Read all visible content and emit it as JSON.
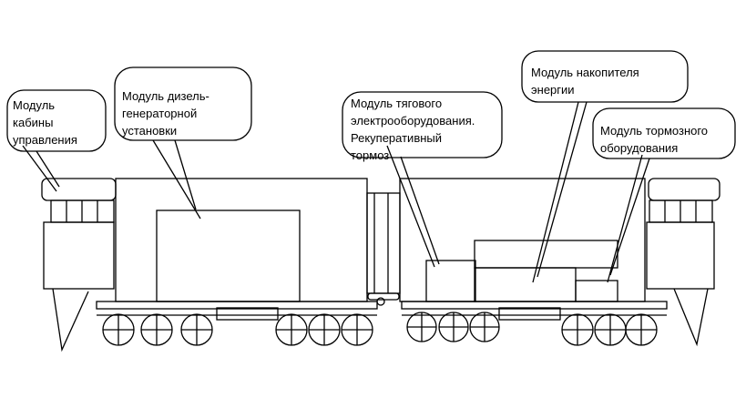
{
  "callouts": {
    "cab": "Модуль\nкабины\nуправления",
    "diesel": "Модуль дизель-\nгенераторной\nустановки",
    "traction": "Модуль тягового\nэлектрооборудования.\nРекуперативный\nтормоз",
    "storage": "Модуль накопителя\nэнергии",
    "brake": "Модуль тормозного\nоборудования"
  },
  "colors": {
    "stroke": "#000000",
    "background": "#ffffff"
  }
}
